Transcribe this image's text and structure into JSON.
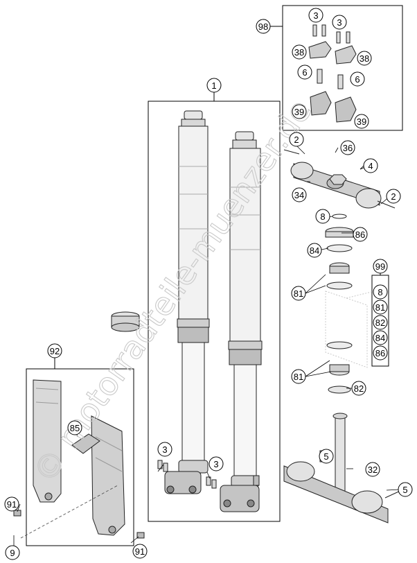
{
  "watermark": "© motorradteile-muenzer.de",
  "callouts": {
    "c1": "1",
    "c2a": "2",
    "c2b": "2",
    "c3a": "3",
    "c3b": "3",
    "c3c": "3",
    "c3d": "3",
    "c4": "4",
    "c5a": "5",
    "c5b": "5",
    "c6a": "6",
    "c6b": "6",
    "c8": "8",
    "c9": "9",
    "c32": "32",
    "c34": "34",
    "c36": "36",
    "c38a": "38",
    "c38b": "38",
    "c39a": "39",
    "c39b": "39",
    "c81a": "81",
    "c81b": "81",
    "c82": "82",
    "c84": "84",
    "c85": "85",
    "c86": "86",
    "c91a": "91",
    "c91b": "91",
    "c92": "92",
    "c98": "98",
    "c99": "99"
  },
  "kit99": [
    "8",
    "81",
    "82",
    "84",
    "86"
  ]
}
